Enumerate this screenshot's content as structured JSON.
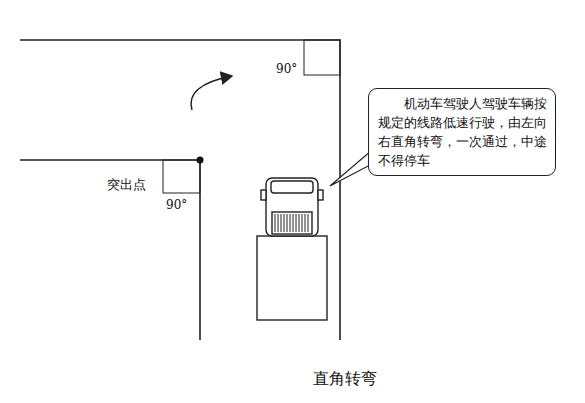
{
  "diagram": {
    "caption": "直角转弯",
    "nodes": [
      {
        "text": [
          "机动车驾驶人驾驶车辆按规定的线路低速行驶，由左向右直角转弯，一次通过，中途不得停车"
        ]
      }
    ],
    "labels": [
      "90°",
      "突出点",
      "90°"
    ]
  }
}
